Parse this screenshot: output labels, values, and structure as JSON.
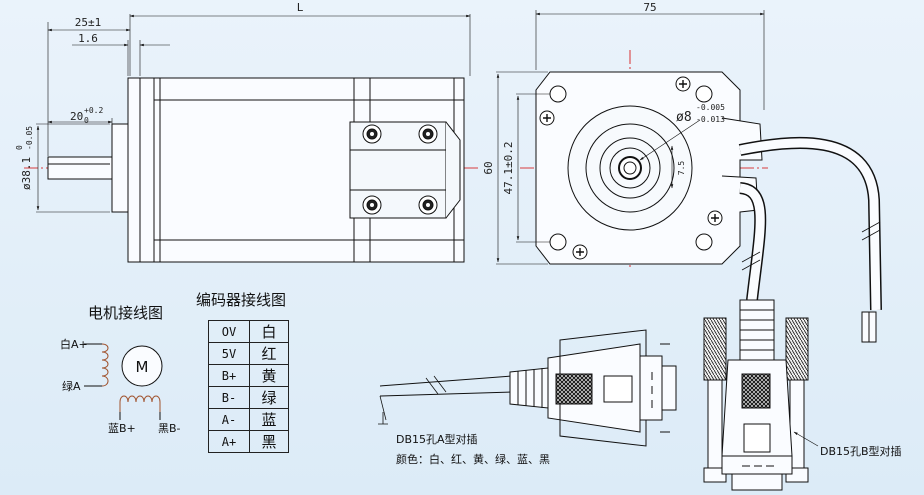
{
  "side_view": {
    "dims": {
      "length": "L",
      "flange_offset": "25±1",
      "flange_thickness": "1.6",
      "shaft_flat": "20",
      "shaft_flat_tol_upper": "+0.2",
      "shaft_flat_tol_lower": "0",
      "pilot_dia": "ø38.1",
      "pilot_tol_upper": "0",
      "pilot_tol_lower": "-0.05"
    }
  },
  "front_view": {
    "dims": {
      "width": "75",
      "height": "60",
      "hole_spacing": "47.1±0.2",
      "shaft_dia": "ø8",
      "shaft_tol_upper": "-0.005",
      "shaft_tol_lower": "-0.013",
      "shaft_flat_depth": "7.5"
    }
  },
  "motor_wiring": {
    "title": "电机接线图",
    "motor_label": "M",
    "labels": [
      "白A+",
      "绿A",
      "蓝B+",
      "黑B-"
    ]
  },
  "encoder_wiring": {
    "title": "编码器接线图",
    "rows": [
      {
        "signal": "OV",
        "color": "白"
      },
      {
        "signal": "5V",
        "color": "红"
      },
      {
        "signal": "B+",
        "color": "黄"
      },
      {
        "signal": "B-",
        "color": "绿"
      },
      {
        "signal": "A-",
        "color": "蓝"
      },
      {
        "signal": "A+",
        "color": "黑"
      }
    ]
  },
  "connectors": {
    "db15_a": "DB15孔A型对插",
    "colors_note": "颜色：白、红、黄、绿、蓝、黑",
    "db15_b": "DB15孔B型对插"
  }
}
